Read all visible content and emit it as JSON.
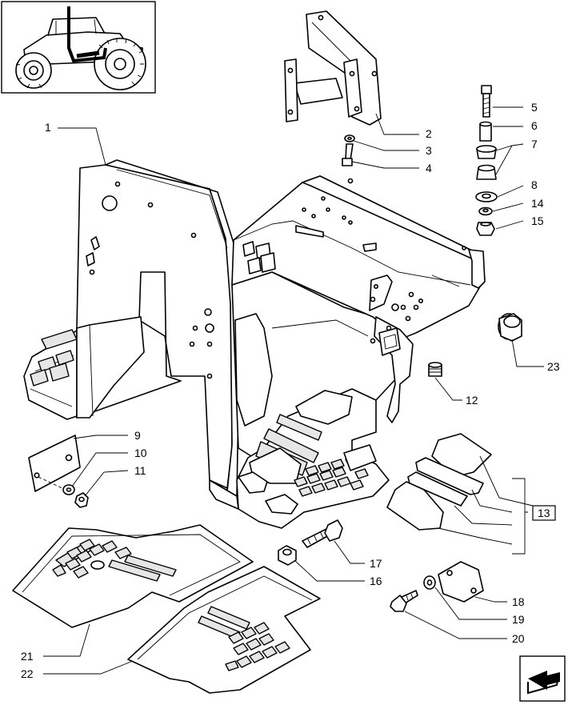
{
  "callouts": [
    {
      "id": "1",
      "text": "1"
    },
    {
      "id": "2",
      "text": "2"
    },
    {
      "id": "3",
      "text": "3"
    },
    {
      "id": "4",
      "text": "4"
    },
    {
      "id": "5",
      "text": "5"
    },
    {
      "id": "6",
      "text": "6"
    },
    {
      "id": "7",
      "text": "7"
    },
    {
      "id": "8",
      "text": "8"
    },
    {
      "id": "14",
      "text": "14"
    },
    {
      "id": "15",
      "text": "15"
    },
    {
      "id": "23",
      "text": "23"
    },
    {
      "id": "12",
      "text": "12"
    },
    {
      "id": "9",
      "text": "9"
    },
    {
      "id": "10",
      "text": "10"
    },
    {
      "id": "11",
      "text": "11"
    },
    {
      "id": "13",
      "text": "13"
    },
    {
      "id": "17",
      "text": "17"
    },
    {
      "id": "16",
      "text": "16"
    },
    {
      "id": "18",
      "text": "18"
    },
    {
      "id": "19",
      "text": "19"
    },
    {
      "id": "20",
      "text": "20"
    },
    {
      "id": "21",
      "text": "21"
    },
    {
      "id": "22",
      "text": "22"
    }
  ],
  "icons": {
    "thumbnail": "tractor-thumbnail-icon",
    "nav": "next-page-arrow-icon"
  }
}
